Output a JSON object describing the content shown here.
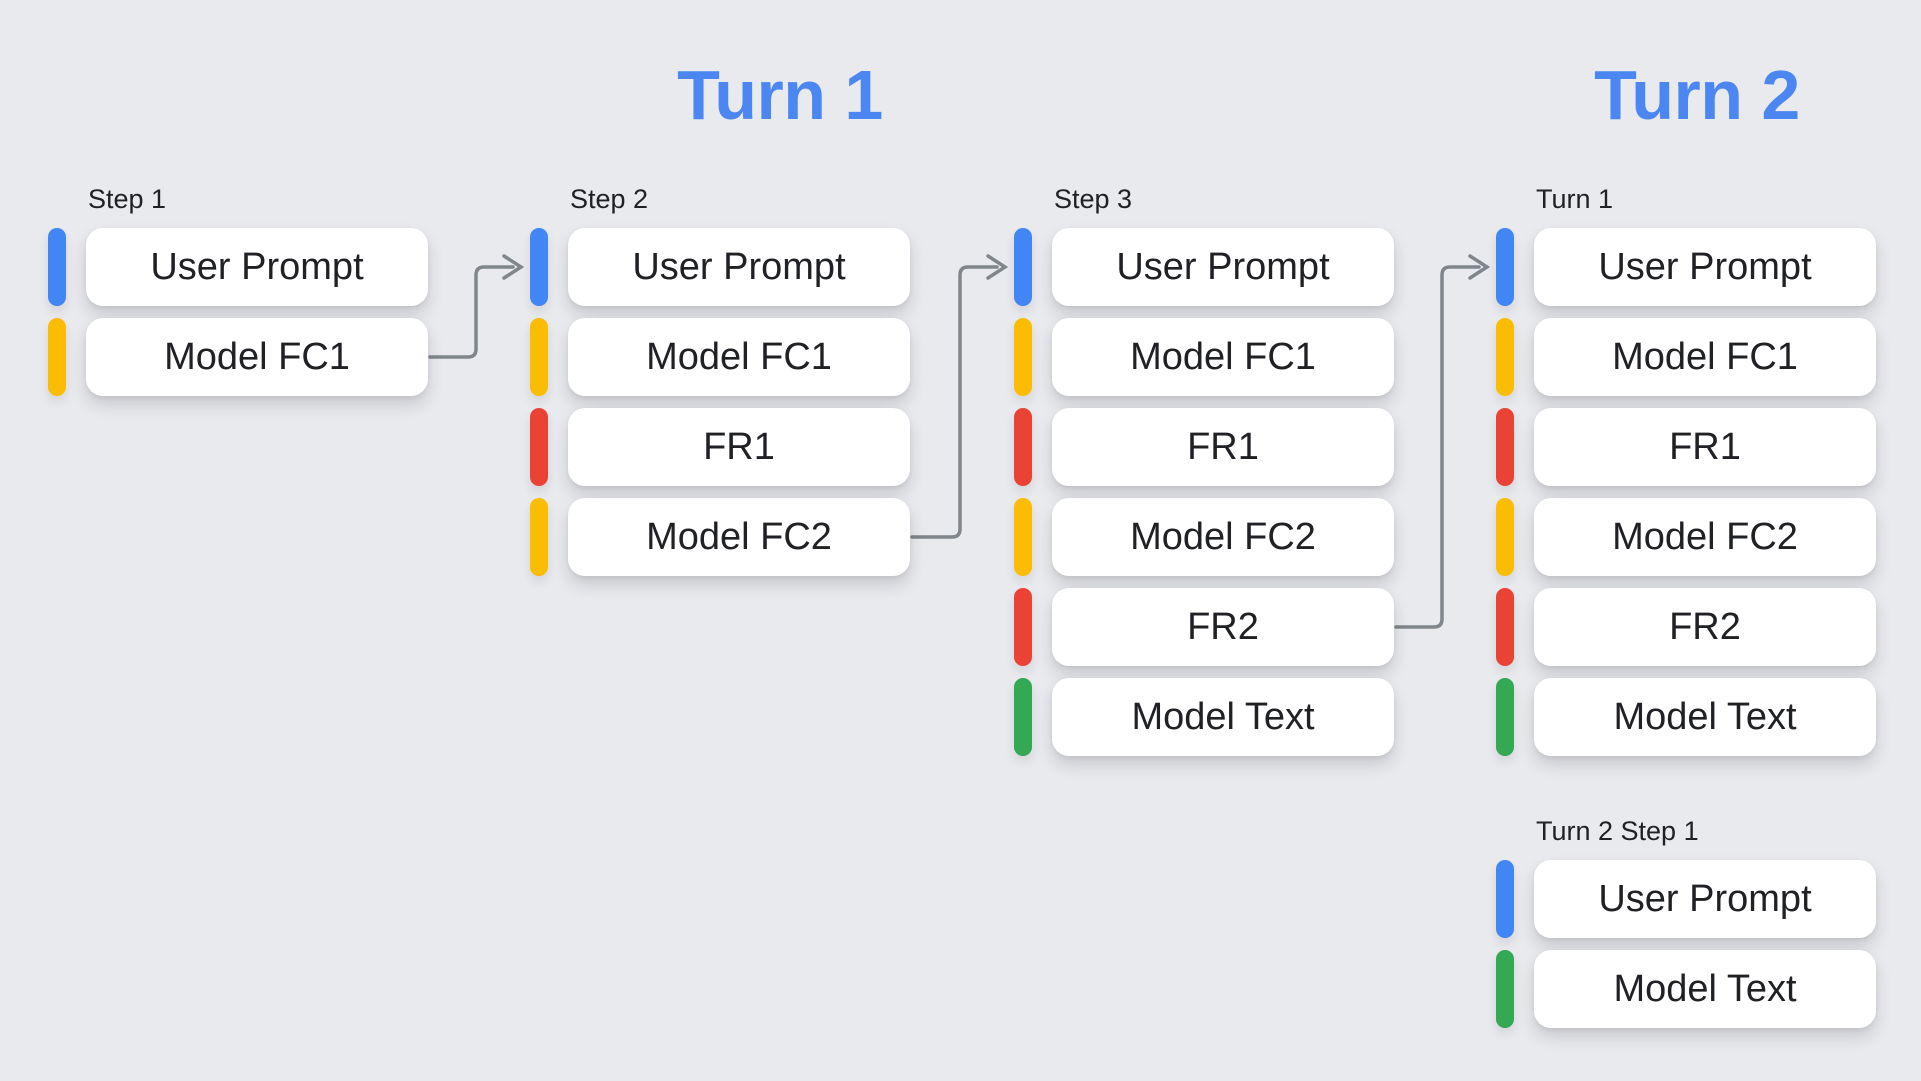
{
  "headings": [
    {
      "text": "Turn 1"
    },
    {
      "text": "Turn 2"
    }
  ],
  "colors": {
    "blue": "#4285F4",
    "yellow": "#FBBC04",
    "red": "#EA4335",
    "green": "#34A853",
    "heading_blue": "#4C86F2",
    "arrow_gray": "#80868B",
    "background": "#E9EAEE",
    "card_white": "#FFFFFF",
    "text_dark": "#202124"
  },
  "columns": [
    {
      "label": "Step 1",
      "rows": [
        {
          "text": "User Prompt",
          "color": "blue"
        },
        {
          "text": "Model FC1",
          "color": "yellow"
        }
      ]
    },
    {
      "label": "Step 2",
      "rows": [
        {
          "text": "User Prompt",
          "color": "blue"
        },
        {
          "text": "Model FC1",
          "color": "yellow"
        },
        {
          "text": "FR1",
          "color": "red"
        },
        {
          "text": "Model FC2",
          "color": "yellow"
        }
      ]
    },
    {
      "label": "Step 3",
      "rows": [
        {
          "text": "User Prompt",
          "color": "blue"
        },
        {
          "text": "Model FC1",
          "color": "yellow"
        },
        {
          "text": "FR1",
          "color": "red"
        },
        {
          "text": "Model FC2",
          "color": "yellow"
        },
        {
          "text": "FR2",
          "color": "red"
        },
        {
          "text": "Model Text",
          "color": "green"
        }
      ]
    },
    {
      "label": "Turn 1",
      "rows": [
        {
          "text": "User Prompt",
          "color": "blue"
        },
        {
          "text": "Model FC1",
          "color": "yellow"
        },
        {
          "text": "FR1",
          "color": "red"
        },
        {
          "text": "Model FC2",
          "color": "yellow"
        },
        {
          "text": "FR2",
          "color": "red"
        },
        {
          "text": "Model Text",
          "color": "green"
        }
      ]
    },
    {
      "label": "Turn 2 Step 1",
      "rows": [
        {
          "text": "User Prompt",
          "color": "blue"
        },
        {
          "text": "Model Text",
          "color": "green"
        }
      ]
    }
  ],
  "connections": [
    {
      "from_column": 0,
      "from_row": 1,
      "to_column": 1
    },
    {
      "from_column": 1,
      "from_row": 3,
      "to_column": 2
    },
    {
      "from_column": 2,
      "from_row": 4,
      "to_column": 3
    }
  ]
}
